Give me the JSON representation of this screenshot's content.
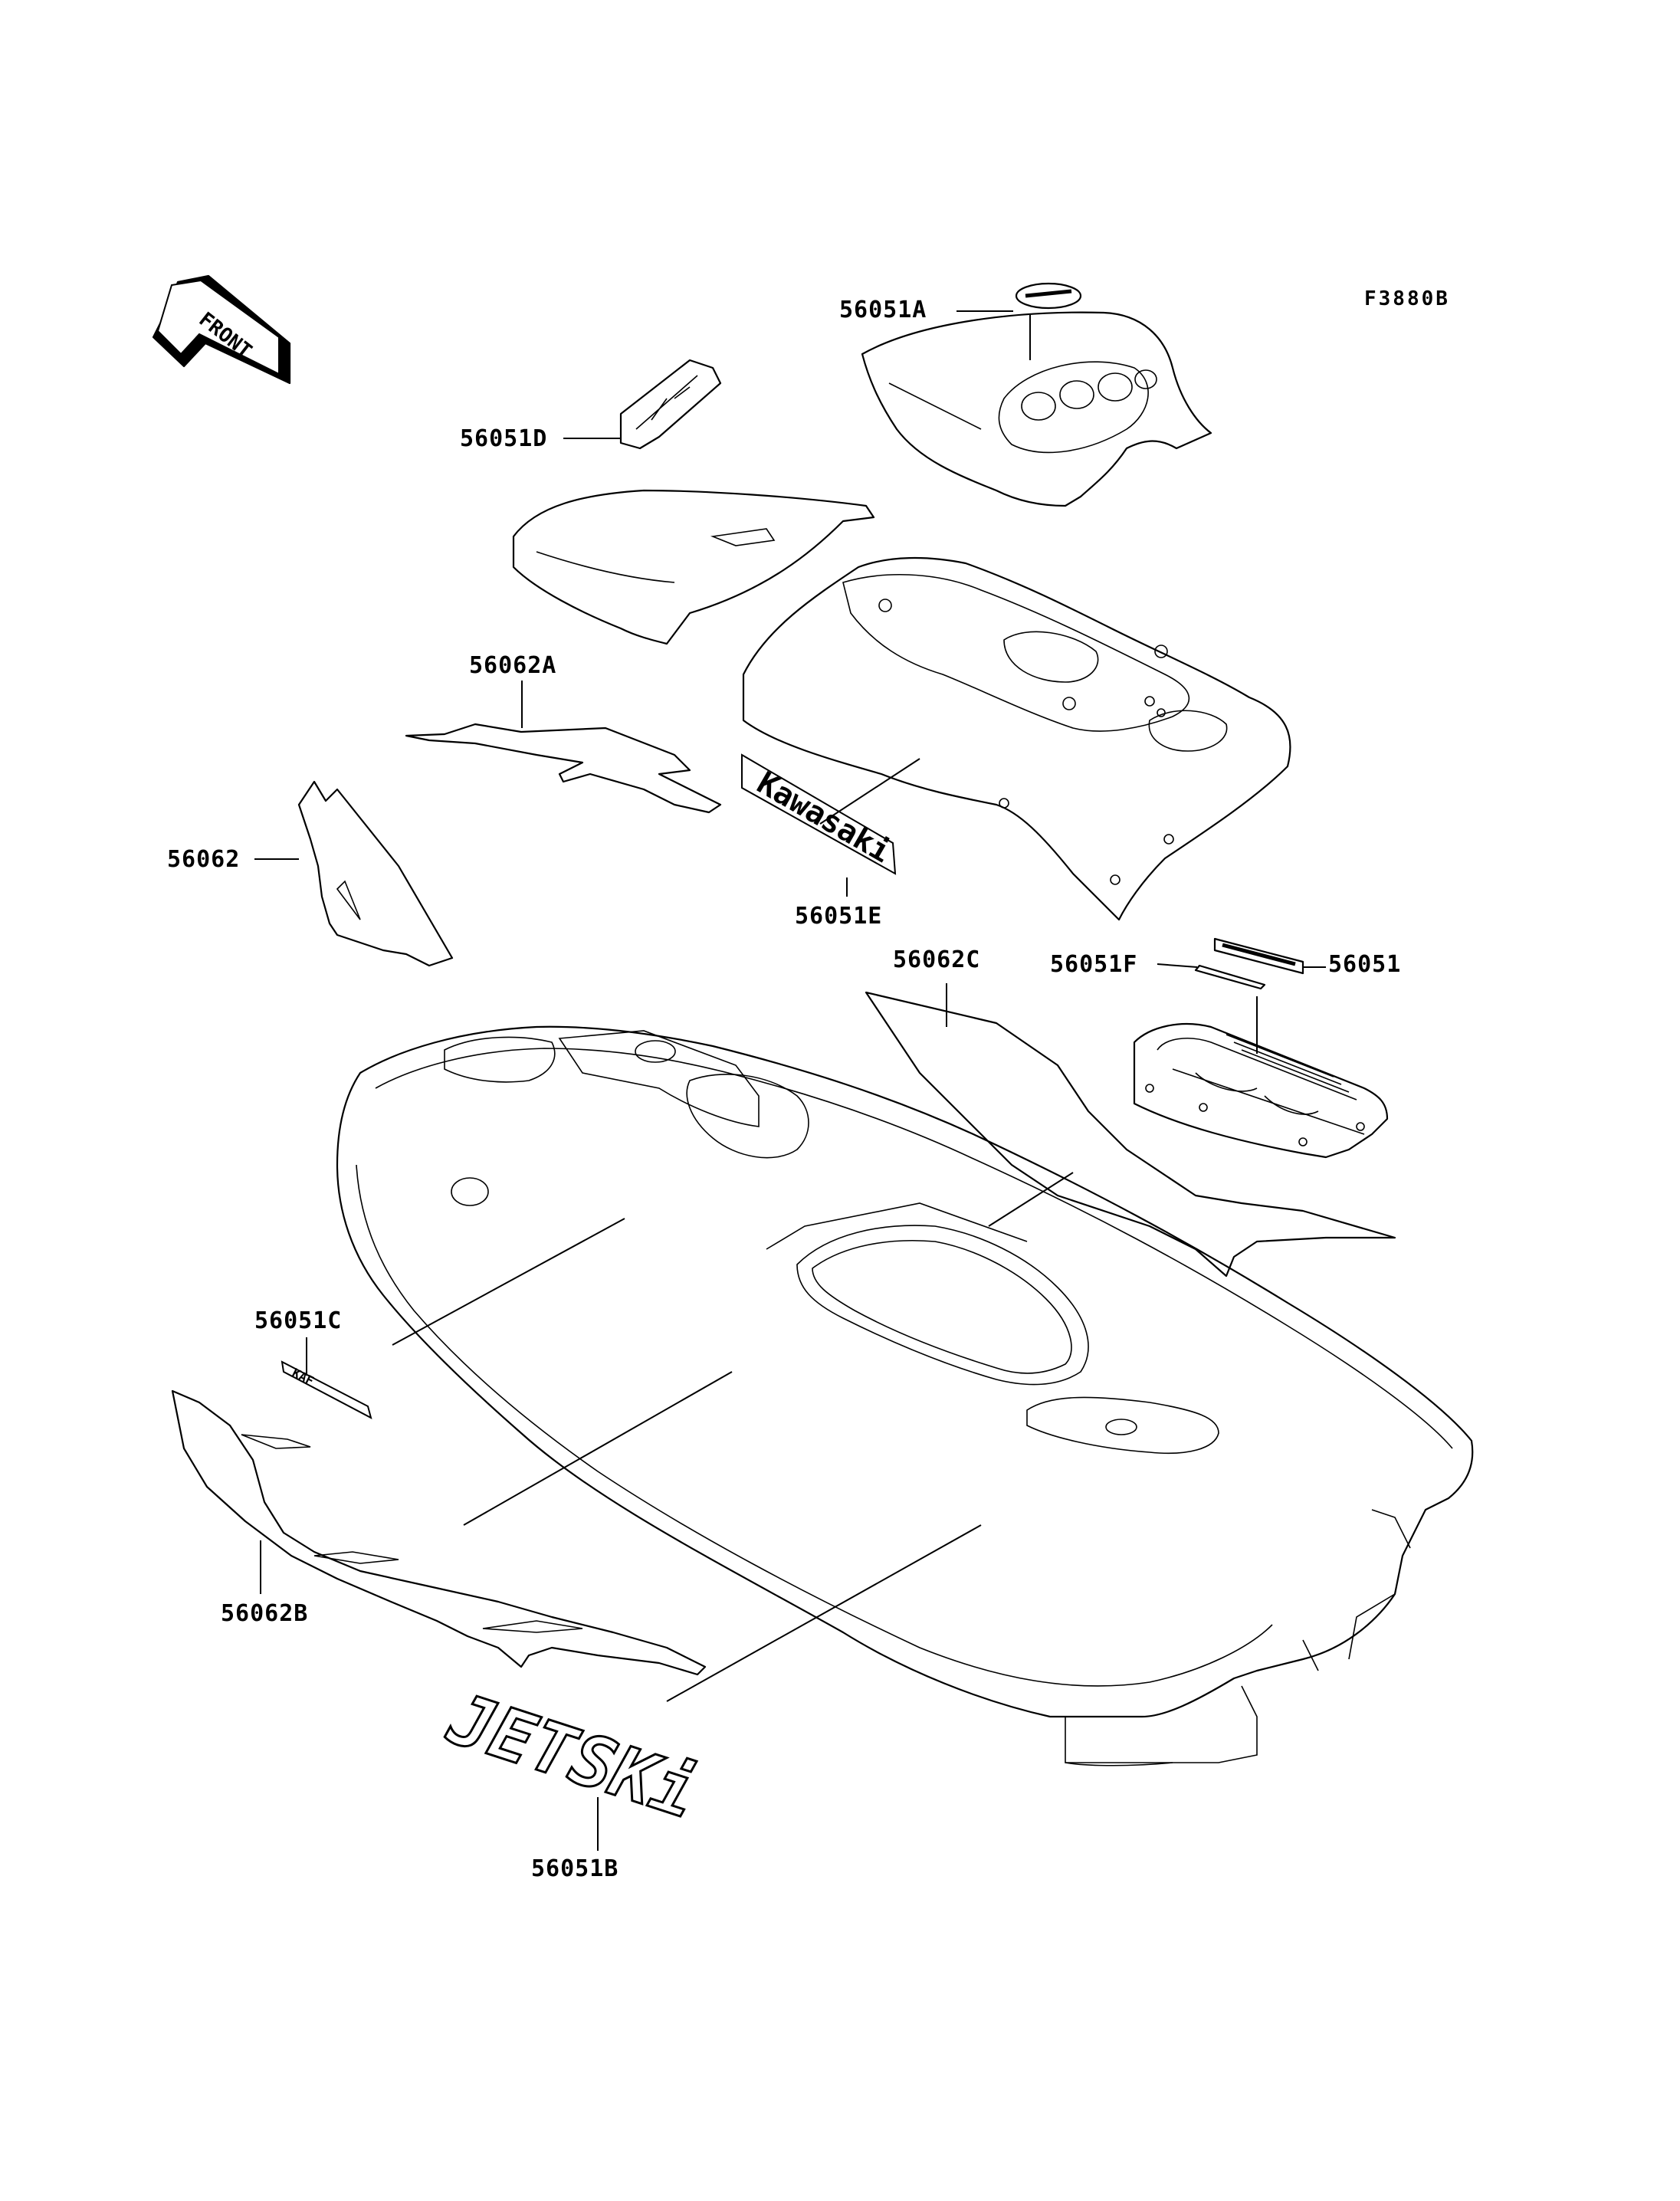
{
  "figure_code": "F3880B",
  "front_label": "FRONT",
  "parts": {
    "p56051A": "56051A",
    "p56051D": "56051D",
    "p56062A": "56062A",
    "p56062": "56062",
    "p56051E": "56051E",
    "p56062C": "56062C",
    "p56051F": "56051F",
    "p56051": "56051",
    "p56051C": "56051C",
    "p56062B": "56062B",
    "p56051B": "56051B"
  },
  "decal_text": {
    "kawasaki": "Kawasaki",
    "jetski": "JETSKi",
    "kaf": "KAF"
  }
}
